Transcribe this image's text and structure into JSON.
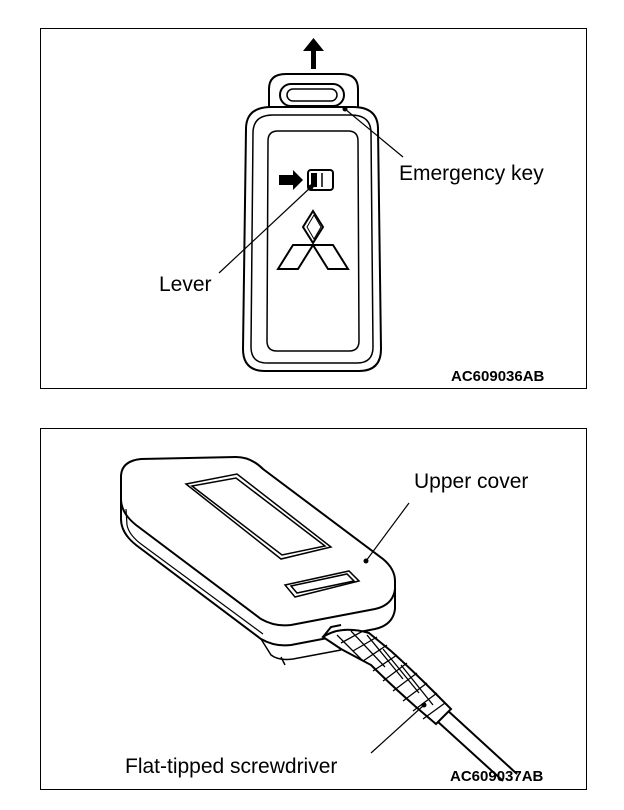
{
  "figure_top": {
    "callout_emergency_key": "Emergency key",
    "callout_lever": "Lever",
    "figure_code": "AC609036AB"
  },
  "figure_bottom": {
    "callout_upper_cover": "Upper cover",
    "callout_screwdriver": "Flat-tipped screwdriver",
    "figure_code": "AC609037AB"
  }
}
